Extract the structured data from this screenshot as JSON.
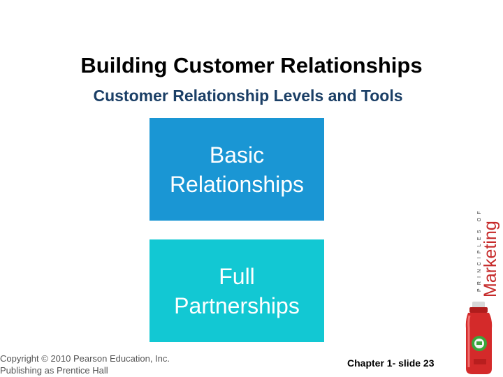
{
  "slide": {
    "title": "Building Customer Relationships",
    "subtitle": "Customer Relationship Levels and Tools"
  },
  "boxes": {
    "basic": {
      "line1": "Basic",
      "line2": "Relationships",
      "color": "#1a96d4"
    },
    "full": {
      "line1": "Full",
      "line2": "Partnerships",
      "color": "#12c8d3"
    }
  },
  "footer": {
    "copyright_line1": "Copyright © 2010 Pearson Education, Inc.",
    "copyright_line2": "Publishing as Prentice Hall",
    "slide_number": "Chapter 1- slide 23"
  },
  "branding": {
    "small_caps": "PRINCIPLES OF",
    "word": "Marketing",
    "icon": "juice-bottle-icon"
  }
}
